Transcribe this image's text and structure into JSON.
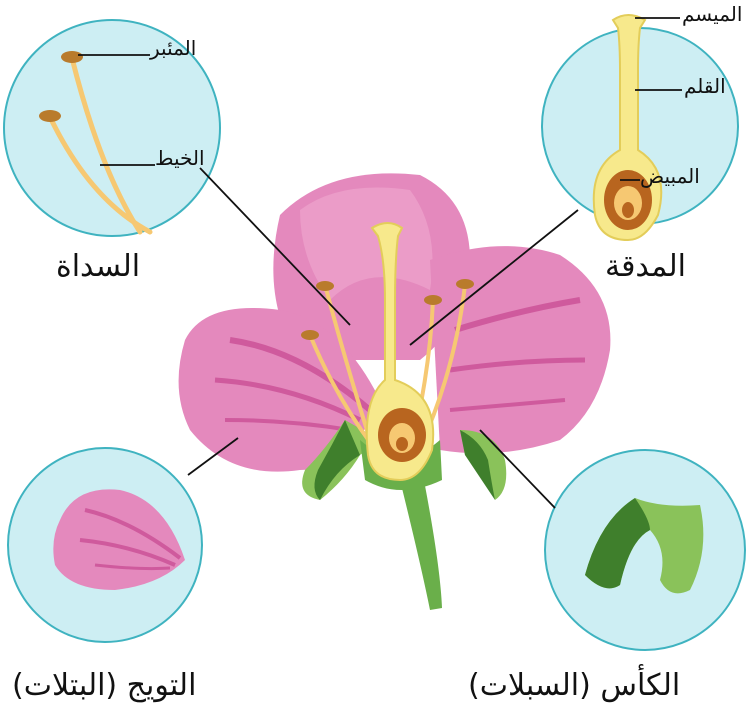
{
  "labels": {
    "stamen": "السداة",
    "pistil": "المدقة",
    "corolla": "التويج (البتلات)",
    "calyx": "الكأس (السبلات)",
    "anther": "المئبر",
    "filament": "الخيط",
    "stigma": "الميسم",
    "style": "القلم",
    "ovary": "المبيض"
  },
  "colors": {
    "circle_fill": "#cdeef3",
    "circle_stroke": "#3fb3c0",
    "petal": "#e489bd",
    "petal_light": "#f0a8cf",
    "petal_dark": "#cf5a9d",
    "pistil": "#f7e98c",
    "pistil_edge": "#e3cd5a",
    "ovary_brown": "#b8651f",
    "sepal": "#8ac25a",
    "sepal_dark": "#3f7f2c",
    "stem": "#6aaf4a",
    "filament": "#f6c872",
    "anther": "#b97b2c"
  }
}
